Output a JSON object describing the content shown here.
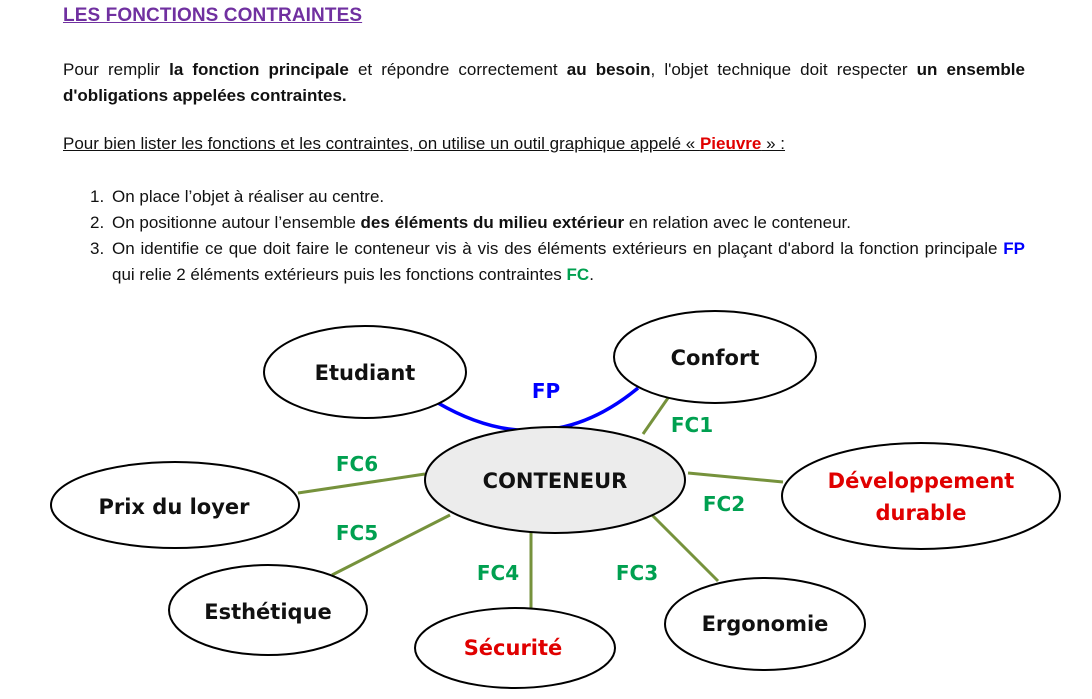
{
  "title": "LES FONCTIONS CONTRAINTES",
  "intro": {
    "p1": "Pour remplir ",
    "b1": "la fonction principale",
    "p2": " et répondre correctement ",
    "b2": "au besoin",
    "p3": ", l'objet technique doit respecter ",
    "b3": "un ensemble d'obligations appelées contraintes."
  },
  "subtitle": {
    "before": "Pour bien lister les fonctions et les contraintes, on utilise un outil graphique appelé  « ",
    "highlight": "Pieuvre",
    "after": " » :"
  },
  "steps": [
    {
      "num": "1.",
      "text": "On place l’objet à réaliser au centre."
    },
    {
      "num": "2.",
      "before": "On positionne autour l’ensemble ",
      "bold": "des éléments du milieu extérieur",
      "after": " en relation avec le conteneur."
    },
    {
      "num": "3.",
      "before": "On identifie ce que doit faire le conteneur vis à vis des éléments extérieurs en plaçant d'abord la fonction principale ",
      "fp": "FP",
      "middle": " qui relie 2 éléments extérieurs puis les fonctions contraintes ",
      "fc": "FC",
      "after": "."
    }
  ],
  "diagram": {
    "center": "CONTENEUR",
    "elements": {
      "etudiant": "Etudiant",
      "confort": "Confort",
      "developpement_line1": "Développement",
      "developpement_line2": "durable",
      "prix": "Prix du loyer",
      "esthetique": "Esthétique",
      "securite": "Sécurité",
      "ergonomie": "Ergonomie"
    },
    "functions": {
      "fp": "FP",
      "fc1": "FC1",
      "fc2": "FC2",
      "fc3": "FC3",
      "fc4": "FC4",
      "fc5": "FC5",
      "fc6": "FC6"
    },
    "colors": {
      "fp": "#0000ff",
      "fc": "#00a050",
      "link": "#76923c",
      "red_text": "#e00000",
      "center_fill": "#ececec"
    }
  }
}
